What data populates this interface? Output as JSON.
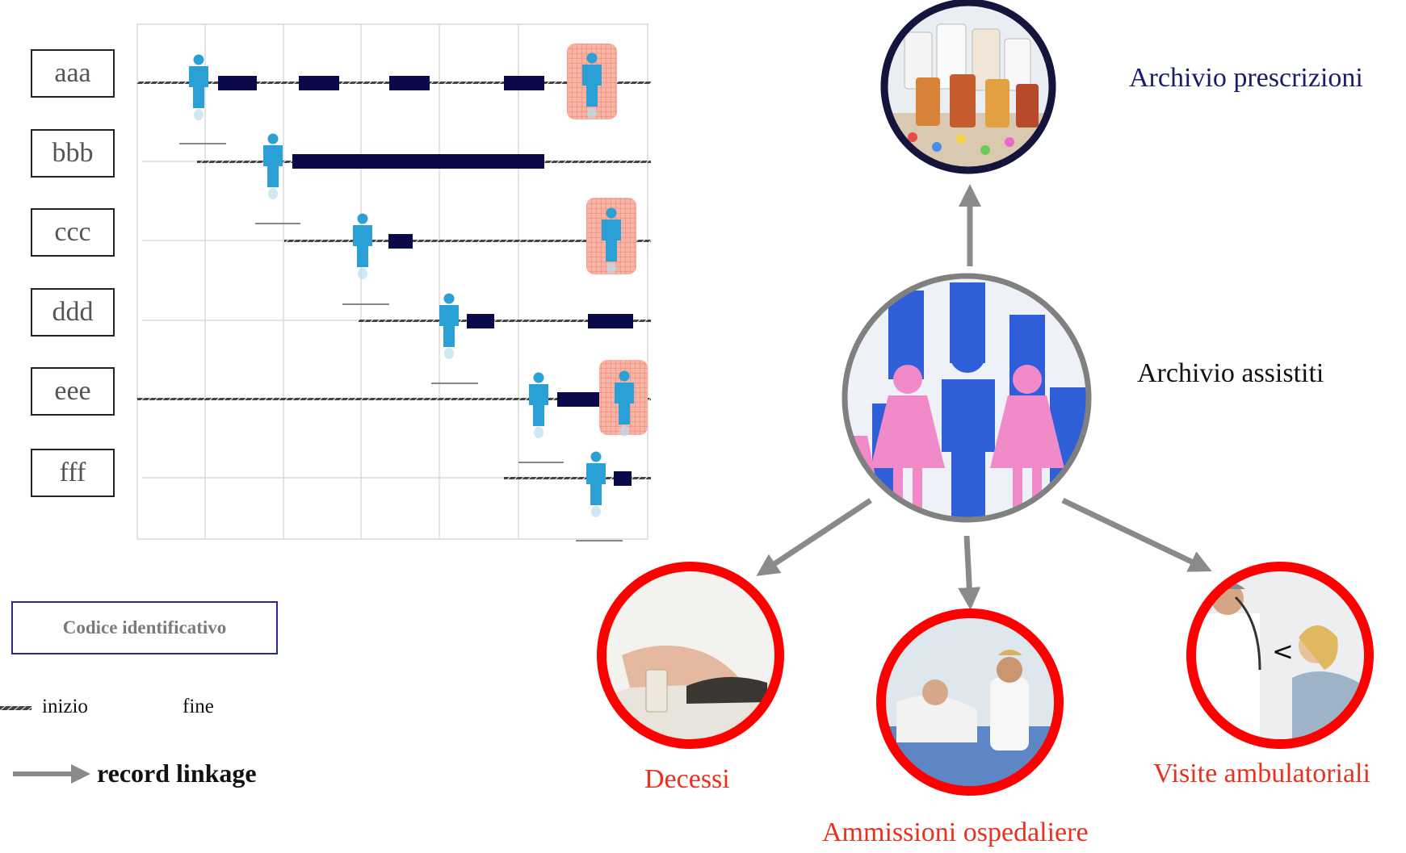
{
  "timeline": {
    "subjects": [
      {
        "code": "aaa"
      },
      {
        "code": "bbb"
      },
      {
        "code": "ccc"
      },
      {
        "code": "ddd"
      },
      {
        "code": "eee"
      },
      {
        "code": "fff"
      }
    ]
  },
  "legend": {
    "id_box_label": "Codice identificativo",
    "start_label": "inizio",
    "end_label": "fine",
    "linkage_label": "record linkage"
  },
  "archives": {
    "prescriptions": "Archivio prescrizioni",
    "patients": "Archivio assistiti",
    "deaths": "Decessi",
    "admissions": "Ammissioni ospedaliere",
    "visits": "Visite ambulatoriali"
  },
  "colors": {
    "prescriptions_text": "#1a1a6e",
    "outcome_text": "#e8321e",
    "outcome_ring": "#ff0000",
    "hub_ring": "#808080",
    "arrow": "#8a8a8a",
    "bar": "#0a0a4a",
    "person": "#2aa0d6"
  },
  "icons": [
    "person-icon",
    "pills-photo",
    "crowd-photo",
    "death-photo",
    "hospital-photo",
    "doctor-visit-photo"
  ]
}
